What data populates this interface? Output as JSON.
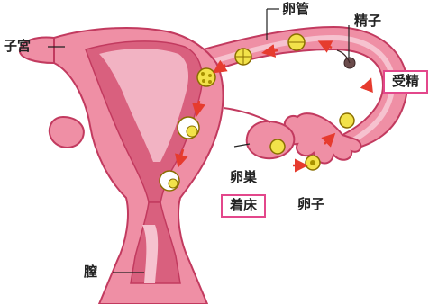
{
  "labels": {
    "uterus": "子宮",
    "fallopian_tube": "卵管",
    "sperm": "精子",
    "fertilization": "受精",
    "ovary": "卵巣",
    "implantation": "着床",
    "egg": "卵子",
    "vagina": "膣"
  },
  "colors": {
    "tissue_fill": "#ef8fa5",
    "tissue_dark": "#d9607e",
    "tissue_light": "#f6c2cf",
    "outline": "#c23a5f",
    "arrow": "#e63b2e",
    "egg_fill": "#f2e24a",
    "label_box_border": "#e3478b"
  }
}
